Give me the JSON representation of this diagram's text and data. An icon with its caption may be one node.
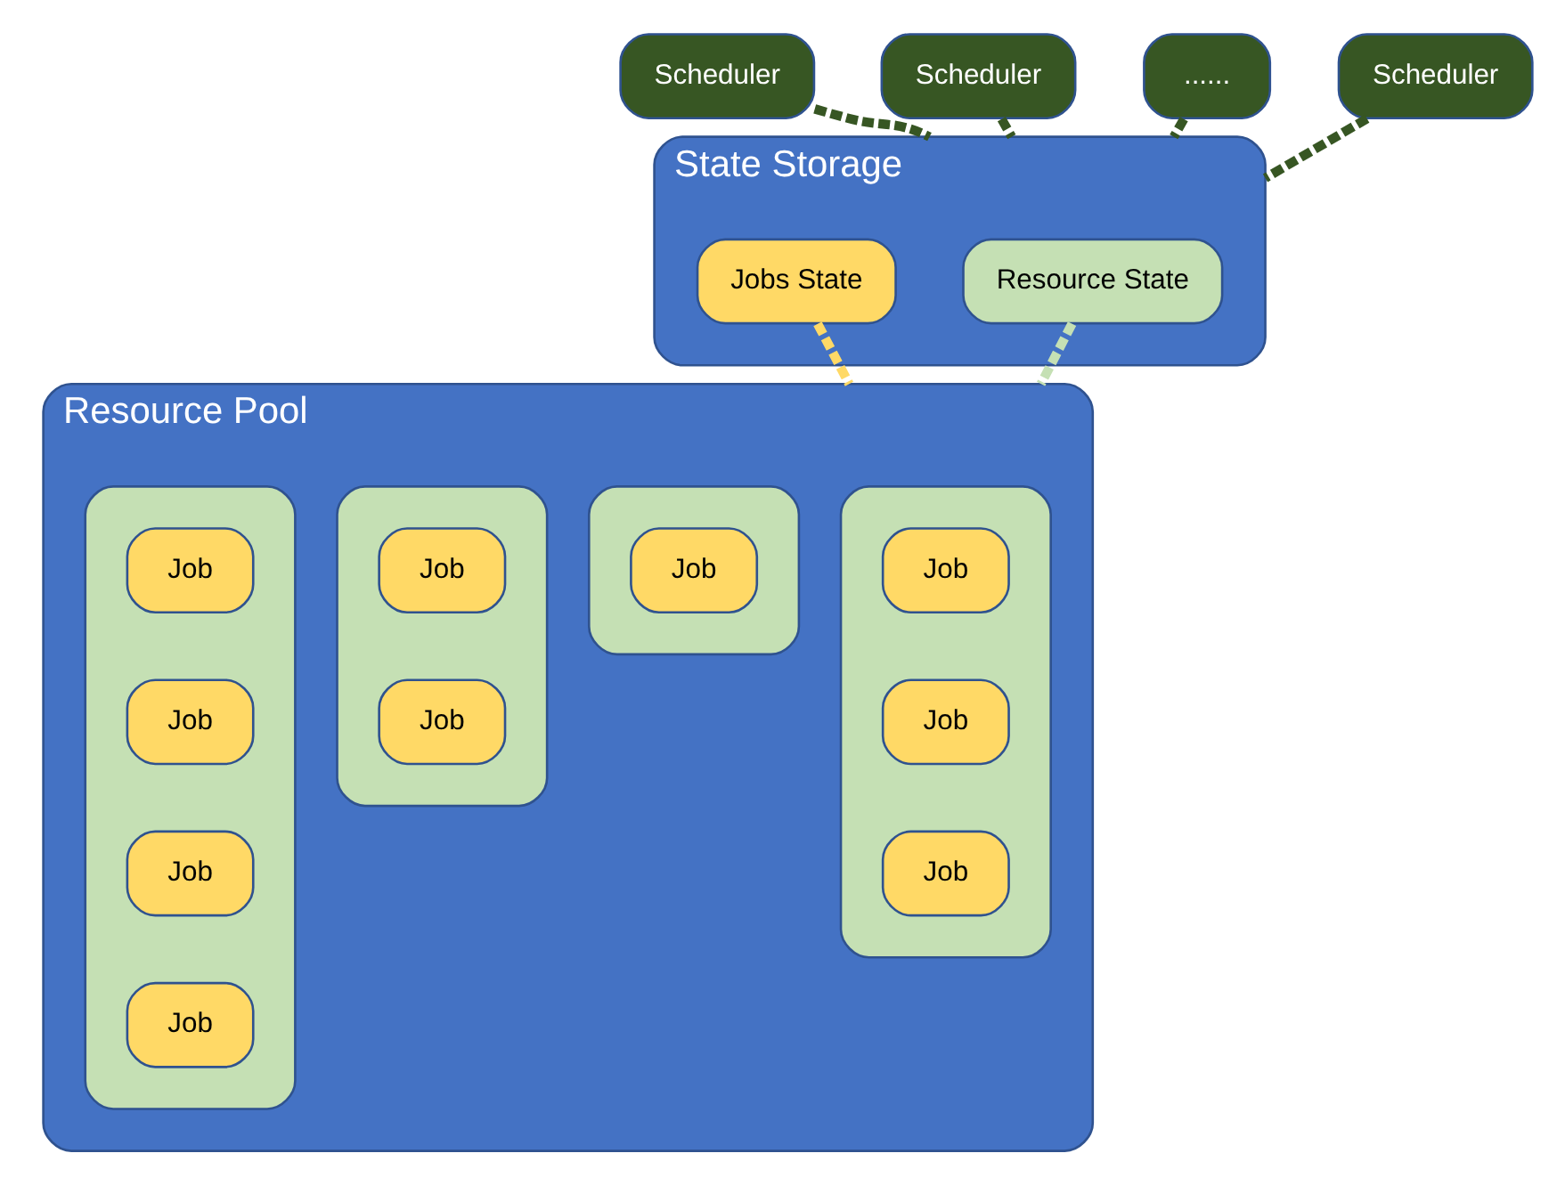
{
  "diagram": {
    "nodes": [
      {
        "text": [
          "State Storage"
        ]
      },
      {
        "text": [
          "Resource State"
        ],
        "in": 0
      },
      {
        "text": [
          "Jobs State"
        ],
        "in": 0
      },
      {
        "text": [
          "Scheduler"
        ]
      },
      {
        "text": [
          "Scheduler"
        ]
      },
      {
        "text": [
          "......"
        ]
      },
      {
        "text": [
          "Scheduler"
        ]
      },
      {
        "text": [
          "Resource Pool"
        ]
      },
      {
        "text": [],
        "shape": "box",
        "in": 7
      },
      {
        "text": [
          "Job"
        ],
        "in": 8
      },
      {
        "text": [
          "Job"
        ],
        "in": 8
      },
      {
        "text": [
          "Job"
        ],
        "in": 8
      },
      {
        "text": [],
        "shape": "box",
        "in": 7
      },
      {
        "text": [
          "Job"
        ],
        "in": 12
      },
      {
        "text": [],
        "shape": "box",
        "in": 7
      },
      {
        "text": [
          "Job"
        ],
        "in": 14
      },
      {
        "text": [
          "Job"
        ],
        "in": 14
      },
      {
        "text": [],
        "shape": "box",
        "in": 7
      },
      {
        "text": [
          "Job"
        ],
        "in": 17
      },
      {
        "text": [
          "Job"
        ],
        "in": 17
      },
      {
        "text": [
          "Job"
        ],
        "in": 17
      },
      {
        "text": [
          "Job"
        ],
        "in": 17
      }
    ],
    "edges": [
      {
        "from": 3,
        "to": 0,
        "arrow": "none",
        "style": "dashed"
      },
      {
        "from": 4,
        "to": 0,
        "arrow": "none",
        "style": "dashed"
      },
      {
        "from": 5,
        "to": 0,
        "arrow": "none",
        "style": "dashed"
      },
      {
        "from": 6,
        "to": 0,
        "arrow": "none",
        "style": "dashed"
      },
      {
        "from": 1,
        "to": 7,
        "arrow": "none",
        "style": "dashed",
        "color": "#c5e0b4"
      },
      {
        "from": 2,
        "to": 7,
        "arrow": "none",
        "style": "dashed",
        "color": "#ffd966"
      }
    ]
  }
}
